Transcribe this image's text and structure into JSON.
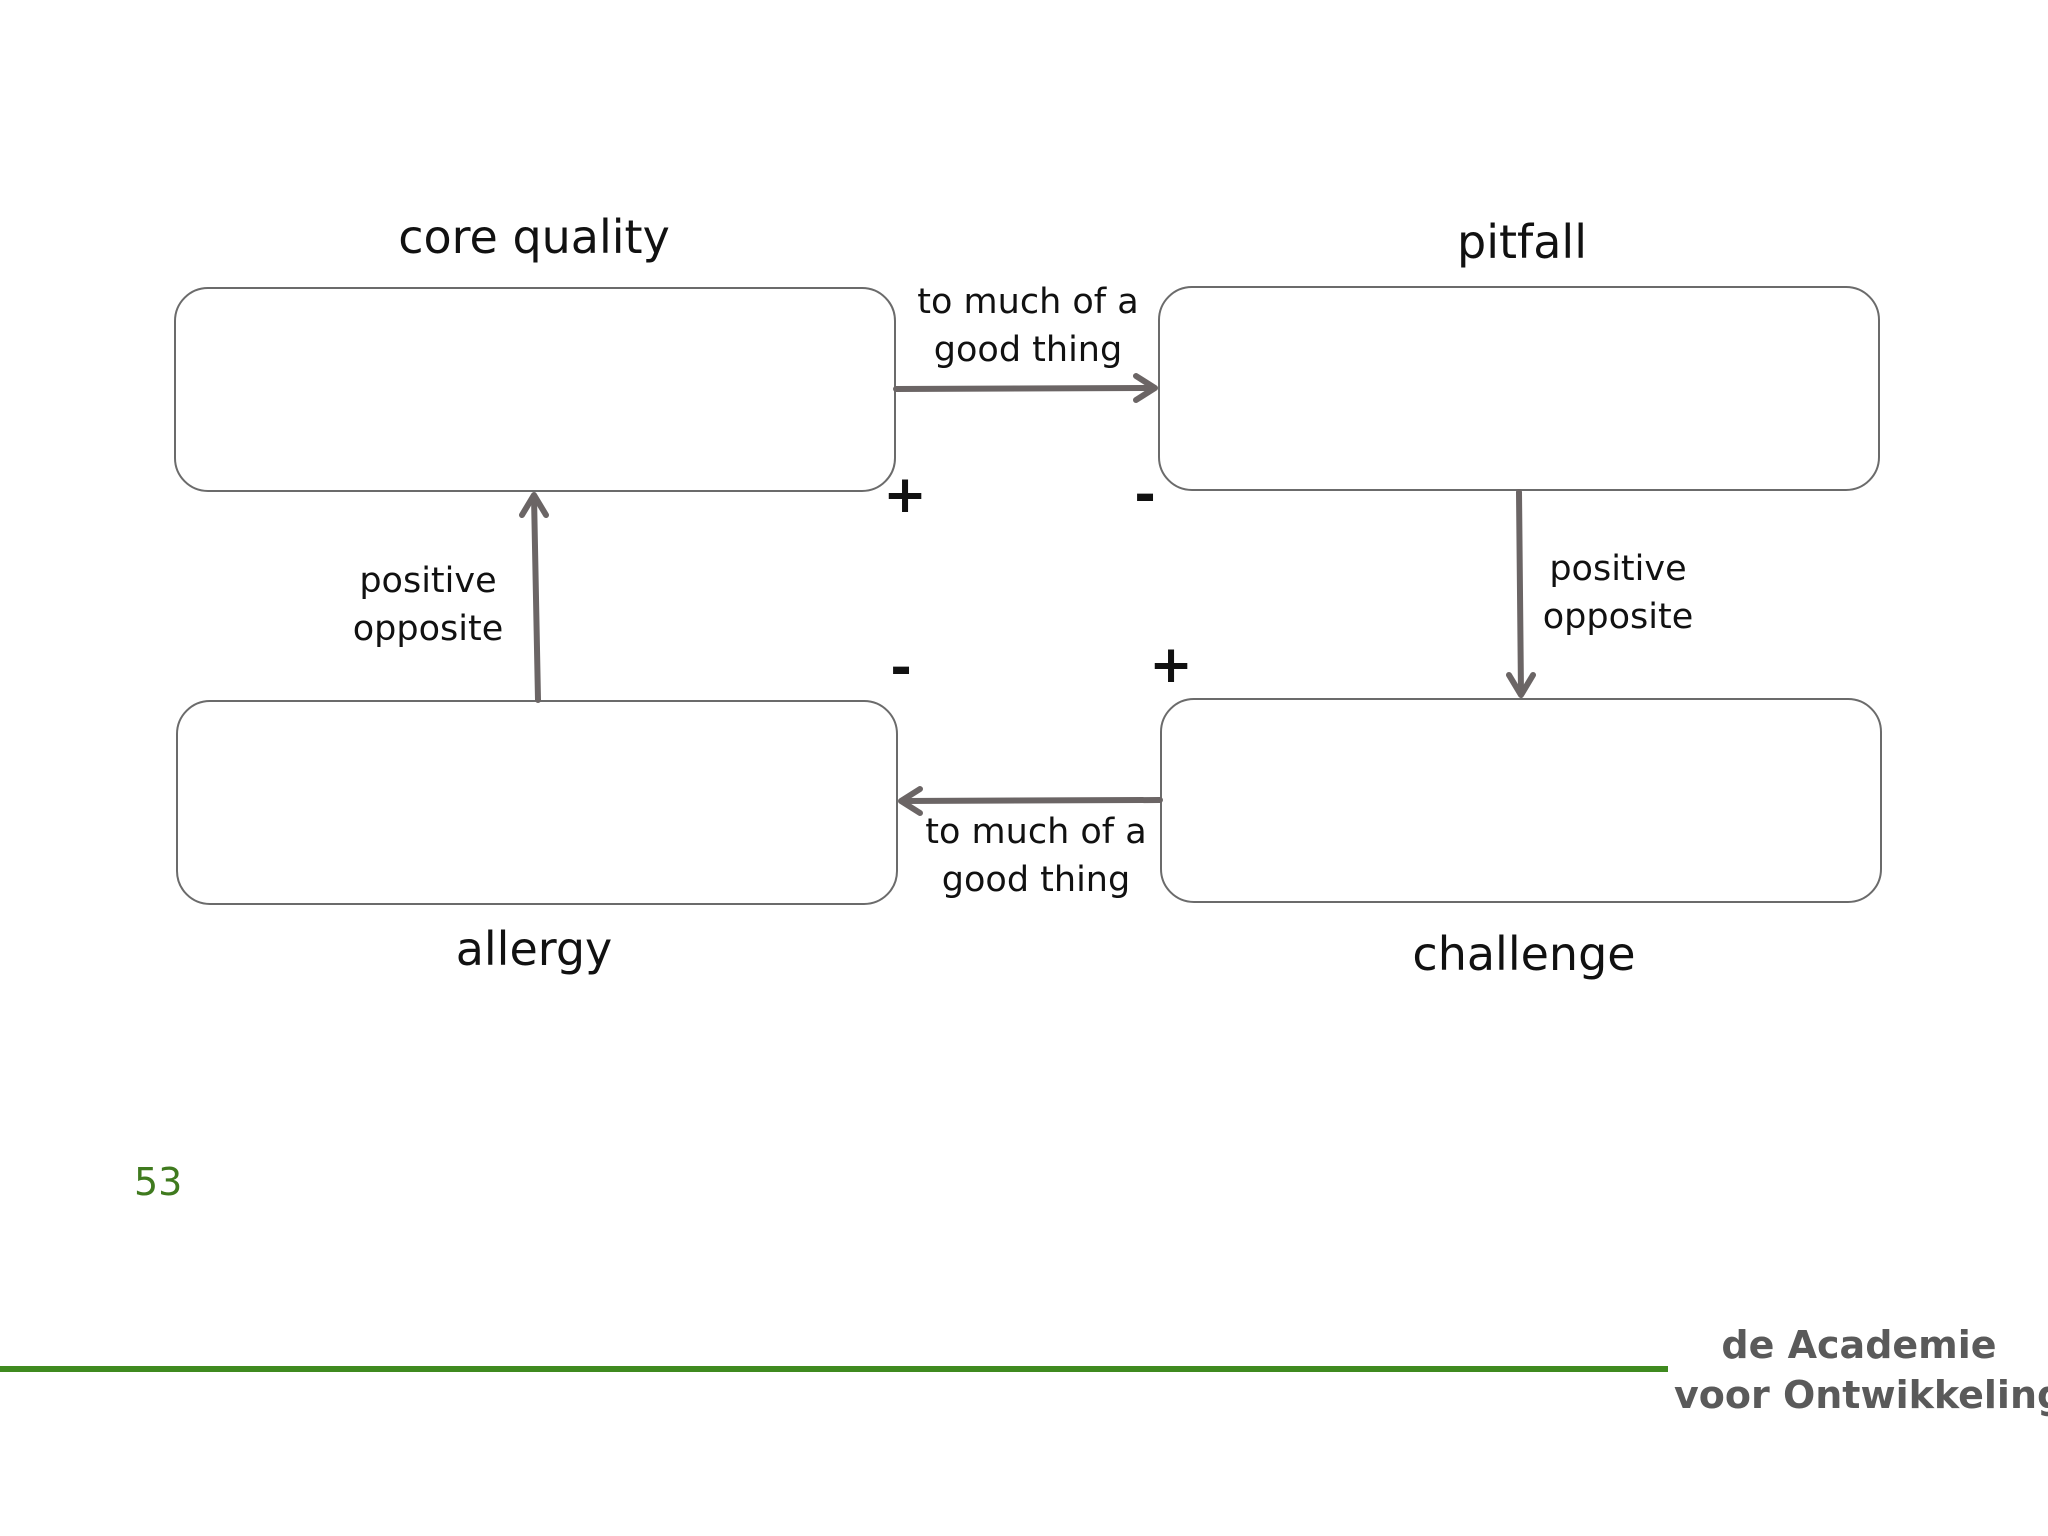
{
  "diagram": {
    "nodes": {
      "core_quality": {
        "title": "core quality"
      },
      "pitfall": {
        "title": "pitfall"
      },
      "allergy": {
        "title": "allergy"
      },
      "challenge": {
        "title": "challenge"
      }
    },
    "edges": {
      "core_to_pitfall": {
        "label_line1": "to much of a",
        "label_line2": "good thing"
      },
      "challenge_to_allergy": {
        "label_line1": "to much of a",
        "label_line2": "good thing"
      },
      "allergy_to_core": {
        "label_line1": "positive",
        "label_line2": "opposite"
      },
      "pitfall_to_challenge": {
        "label_line1": "positive",
        "label_line2": "opposite"
      }
    },
    "signs": {
      "top_left": "+",
      "top_right": "-",
      "bottom_left": "-",
      "bottom_right": "+"
    },
    "colors": {
      "arrow": "#6b6565",
      "box_border": "#6b6b6b"
    }
  },
  "footer": {
    "page_number": "53",
    "logo_line1": "de Academie",
    "logo_line2": "voor Ontwikkeling",
    "accent_color": "#3f8a1f"
  }
}
